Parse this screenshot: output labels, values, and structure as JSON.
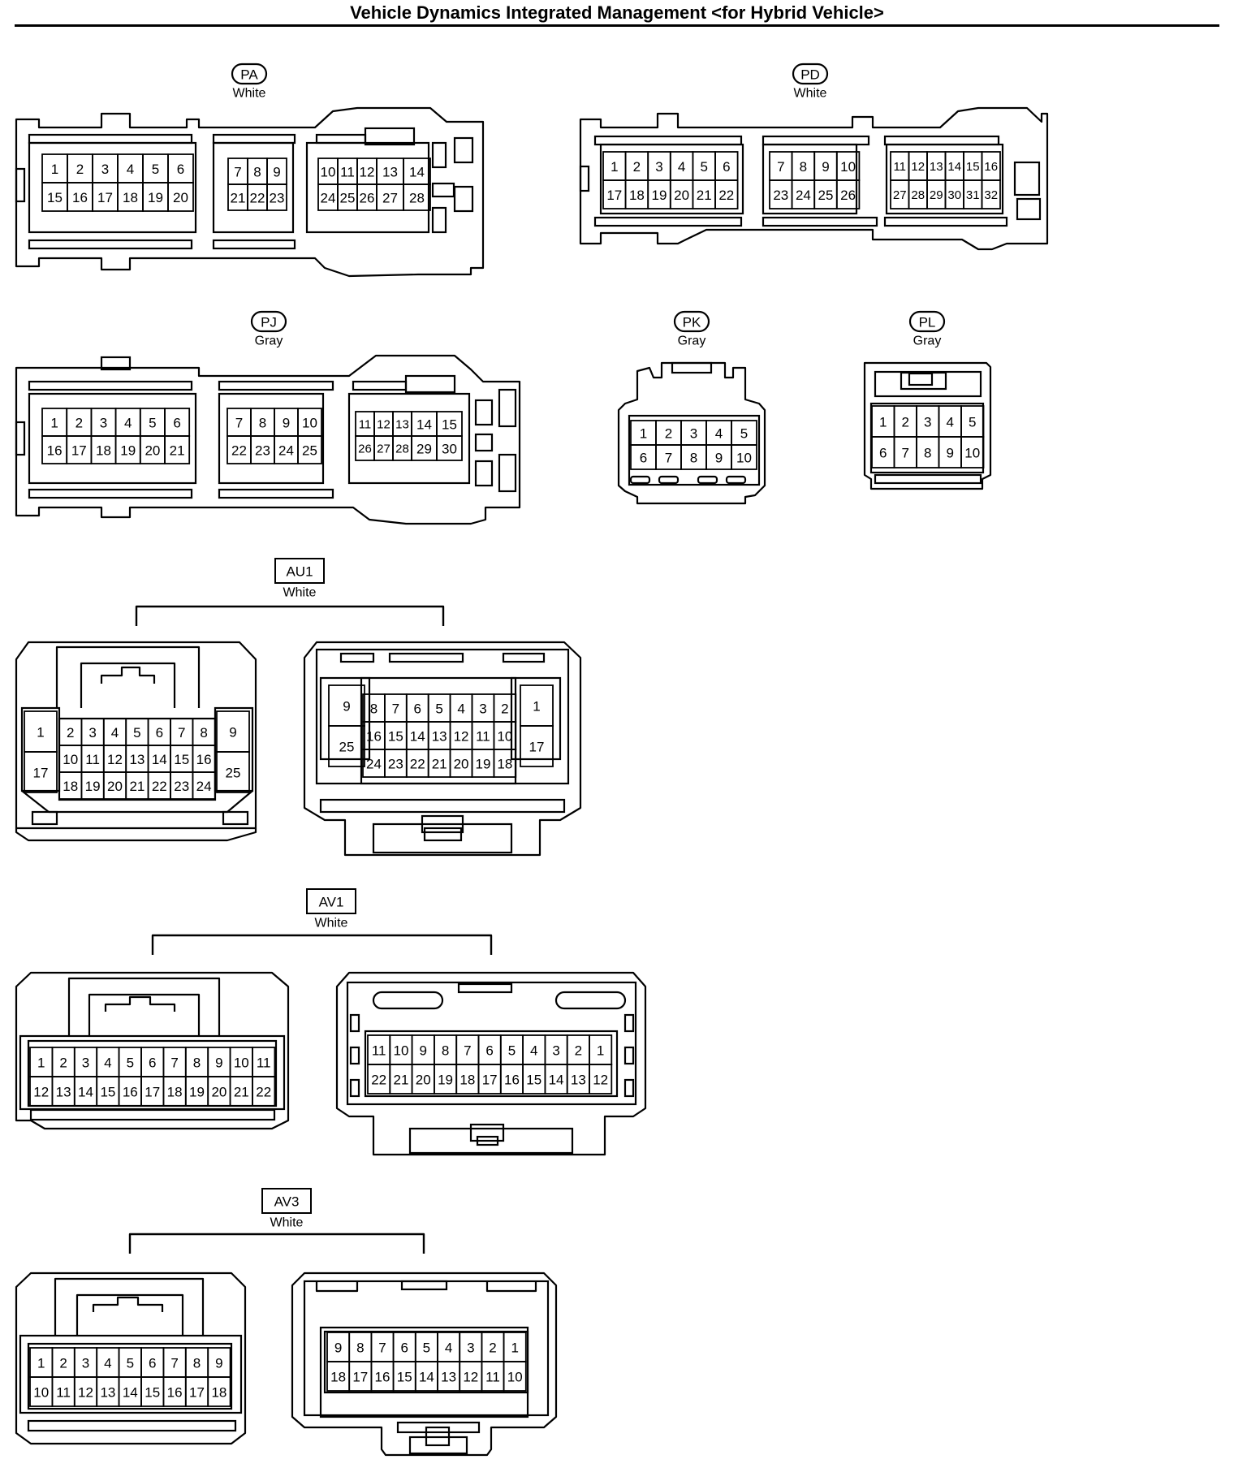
{
  "title": "Vehicle Dynamics Integrated Management <for Hybrid Vehicle>",
  "connectors": [
    {
      "id": "PA",
      "color": "White",
      "label_style": "oval",
      "groups": [
        {
          "rows": [
            [
              "1",
              "2",
              "3",
              "4",
              "5",
              "6"
            ],
            [
              "15",
              "16",
              "17",
              "18",
              "19",
              "20"
            ]
          ]
        },
        {
          "rows": [
            [
              "7",
              "8",
              "9"
            ],
            [
              "21",
              "22",
              "23"
            ]
          ]
        },
        {
          "rows": [
            [
              "10",
              "11",
              "12",
              "13",
              "14"
            ],
            [
              "24",
              "25",
              "26",
              "27",
              "28"
            ]
          ]
        }
      ]
    },
    {
      "id": "PD",
      "color": "White",
      "label_style": "oval",
      "groups": [
        {
          "rows": [
            [
              "1",
              "2",
              "3",
              "4",
              "5",
              "6"
            ],
            [
              "17",
              "18",
              "19",
              "20",
              "21",
              "22"
            ]
          ]
        },
        {
          "rows": [
            [
              "7",
              "8",
              "9",
              "10"
            ],
            [
              "23",
              "24",
              "25",
              "26"
            ]
          ]
        },
        {
          "rows": [
            [
              "11",
              "12",
              "13",
              "14",
              "15",
              "16"
            ],
            [
              "27",
              "28",
              "29",
              "30",
              "31",
              "32"
            ]
          ]
        }
      ]
    },
    {
      "id": "PJ",
      "color": "Gray",
      "label_style": "oval",
      "groups": [
        {
          "rows": [
            [
              "1",
              "2",
              "3",
              "4",
              "5",
              "6"
            ],
            [
              "16",
              "17",
              "18",
              "19",
              "20",
              "21"
            ]
          ]
        },
        {
          "rows": [
            [
              "7",
              "8",
              "9",
              "10"
            ],
            [
              "22",
              "23",
              "24",
              "25"
            ]
          ]
        },
        {
          "rows": [
            [
              "11",
              "12",
              "13",
              "14",
              "15"
            ],
            [
              "26",
              "27",
              "28",
              "29",
              "30"
            ]
          ]
        }
      ]
    },
    {
      "id": "PK",
      "color": "Gray",
      "label_style": "oval",
      "groups": [
        {
          "rows": [
            [
              "1",
              "2",
              "3",
              "4",
              "5"
            ],
            [
              "6",
              "7",
              "8",
              "9",
              "10"
            ]
          ]
        }
      ]
    },
    {
      "id": "PL",
      "color": "Gray",
      "label_style": "oval",
      "groups": [
        {
          "rows": [
            [
              "1",
              "2",
              "3",
              "4",
              "5"
            ],
            [
              "6",
              "7",
              "8",
              "9",
              "10"
            ]
          ]
        }
      ]
    },
    {
      "id": "AU1",
      "color": "White",
      "label_style": "box",
      "views": [
        {
          "side_left": [
            "1",
            "17"
          ],
          "rows": [
            [
              "2",
              "3",
              "4",
              "5",
              "6",
              "7",
              "8"
            ],
            [
              "10",
              "11",
              "12",
              "13",
              "14",
              "15",
              "16"
            ],
            [
              "18",
              "19",
              "20",
              "21",
              "22",
              "23",
              "24"
            ]
          ],
          "side_right": [
            "9",
            "25"
          ]
        },
        {
          "side_left": [
            "9",
            "25"
          ],
          "rows": [
            [
              "8",
              "7",
              "6",
              "5",
              "4",
              "3",
              "2"
            ],
            [
              "16",
              "15",
              "14",
              "13",
              "12",
              "11",
              "10"
            ],
            [
              "24",
              "23",
              "22",
              "21",
              "20",
              "19",
              "18"
            ]
          ],
          "side_right": [
            "1",
            "17"
          ]
        }
      ]
    },
    {
      "id": "AV1",
      "color": "White",
      "label_style": "box",
      "views": [
        {
          "rows": [
            [
              "1",
              "2",
              "3",
              "4",
              "5",
              "6",
              "7",
              "8",
              "9",
              "10",
              "11"
            ],
            [
              "12",
              "13",
              "14",
              "15",
              "16",
              "17",
              "18",
              "19",
              "20",
              "21",
              "22"
            ]
          ]
        },
        {
          "rows": [
            [
              "11",
              "10",
              "9",
              "8",
              "7",
              "6",
              "5",
              "4",
              "3",
              "2",
              "1"
            ],
            [
              "22",
              "21",
              "20",
              "19",
              "18",
              "17",
              "16",
              "15",
              "14",
              "13",
              "12"
            ]
          ]
        }
      ]
    },
    {
      "id": "AV3",
      "color": "White",
      "label_style": "box",
      "views": [
        {
          "rows": [
            [
              "1",
              "2",
              "3",
              "4",
              "5",
              "6",
              "7",
              "8",
              "9"
            ],
            [
              "10",
              "11",
              "12",
              "13",
              "14",
              "15",
              "16",
              "17",
              "18"
            ]
          ]
        },
        {
          "rows": [
            [
              "9",
              "8",
              "7",
              "6",
              "5",
              "4",
              "3",
              "2",
              "1"
            ],
            [
              "18",
              "17",
              "16",
              "15",
              "14",
              "13",
              "12",
              "11",
              "10"
            ]
          ]
        }
      ]
    }
  ]
}
